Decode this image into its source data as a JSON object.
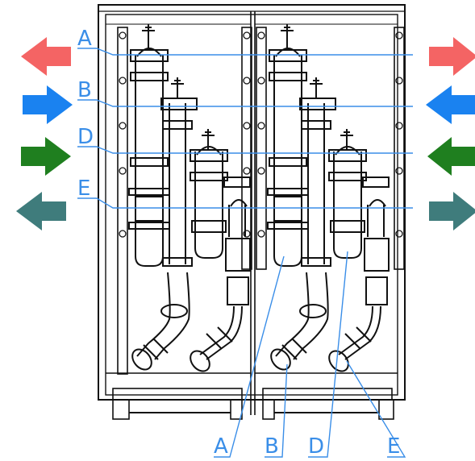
{
  "labels": {
    "top_left": [
      "A",
      "B",
      "D",
      "E"
    ],
    "bottom": [
      "A",
      "B",
      "D",
      "E"
    ]
  },
  "arrows": {
    "left": [
      {
        "line": "A",
        "direction": "out",
        "color": "#f46464"
      },
      {
        "line": "B",
        "direction": "in",
        "color": "#1a82f0"
      },
      {
        "line": "D",
        "direction": "in",
        "color": "#1f7f1f"
      },
      {
        "line": "E",
        "direction": "out",
        "color": "#3f7c7c"
      }
    ],
    "right": [
      {
        "line": "A",
        "direction": "out",
        "color": "#f46464"
      },
      {
        "line": "B",
        "direction": "in",
        "color": "#1a82f0"
      },
      {
        "line": "D",
        "direction": "in",
        "color": "#1f7f1f"
      },
      {
        "line": "E",
        "direction": "out",
        "color": "#3f7c7c"
      }
    ]
  },
  "colors": {
    "leader": "#3a8ee8",
    "drawing": "#111111",
    "label": "#3a8ee8"
  }
}
